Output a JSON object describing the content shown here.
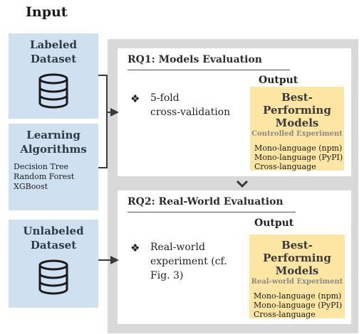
{
  "input": {
    "title": "Input",
    "labeled": {
      "line1": "Labeled",
      "line2": "Dataset"
    },
    "algorithms": {
      "line1": "Learning",
      "line2": "Algorithms",
      "items": [
        "Decision Tree",
        "Random Forest",
        "XGBoost"
      ]
    },
    "unlabeled": {
      "line1": "Unlabeled",
      "line2": "Dataset"
    }
  },
  "rq1": {
    "title": "RQ1: Models Evaluation",
    "bullet_glyph": "❖",
    "bullet_lines": [
      "5-fold",
      "cross-validation"
    ],
    "output_label": "Output",
    "result": {
      "head1": "Best-Performing",
      "head2": "Models",
      "sub": "Controlled Experiment",
      "items": [
        "Mono-language (npm)",
        "Mono-language (PyPI)",
        "Cross-language"
      ]
    }
  },
  "rq2": {
    "title": "RQ2: Real-World Evaluation",
    "bullet_glyph": "❖",
    "bullet_lines": [
      "Real-world",
      "experiment (cf.",
      "Fig. 3)"
    ],
    "output_label": "Output",
    "result": {
      "head1": "Best-Performing",
      "head2": "Models",
      "sub": "Real-world Experiment",
      "items": [
        "Mono-language (npm)",
        "Mono-language (PyPI)",
        "Cross-language"
      ]
    }
  },
  "icons": {
    "database": "database-icon",
    "chevron": "chevron-down-icon",
    "arrow": "arrow-right-icon"
  },
  "colors": {
    "input_box": "#cfe0f1",
    "result_box": "#fde6a3",
    "panel": "#d9d9d9"
  }
}
